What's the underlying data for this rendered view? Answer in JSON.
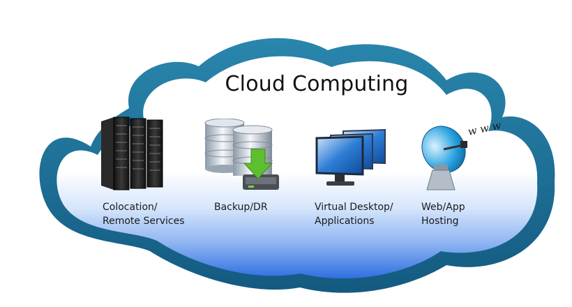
{
  "title": "Cloud Computing",
  "services": [
    {
      "line1": "Colocation/",
      "line2": "Remote Services",
      "icon": "server-rack-icon"
    },
    {
      "line1": "Backup/DR",
      "line2": "",
      "icon": "database-backup-icon"
    },
    {
      "line1": "Virtual Desktop/",
      "line2": "Applications",
      "icon": "virtual-desktop-icon"
    },
    {
      "line1": "Web/App",
      "line2": "Hosting",
      "icon": "satellite-dish-icon"
    }
  ],
  "dish_text": "w w w",
  "colors": {
    "cloud_outline": "#1a6f96",
    "cloud_fill_top": "#ffffff",
    "cloud_fill_bottom": "#2f6fe0"
  }
}
